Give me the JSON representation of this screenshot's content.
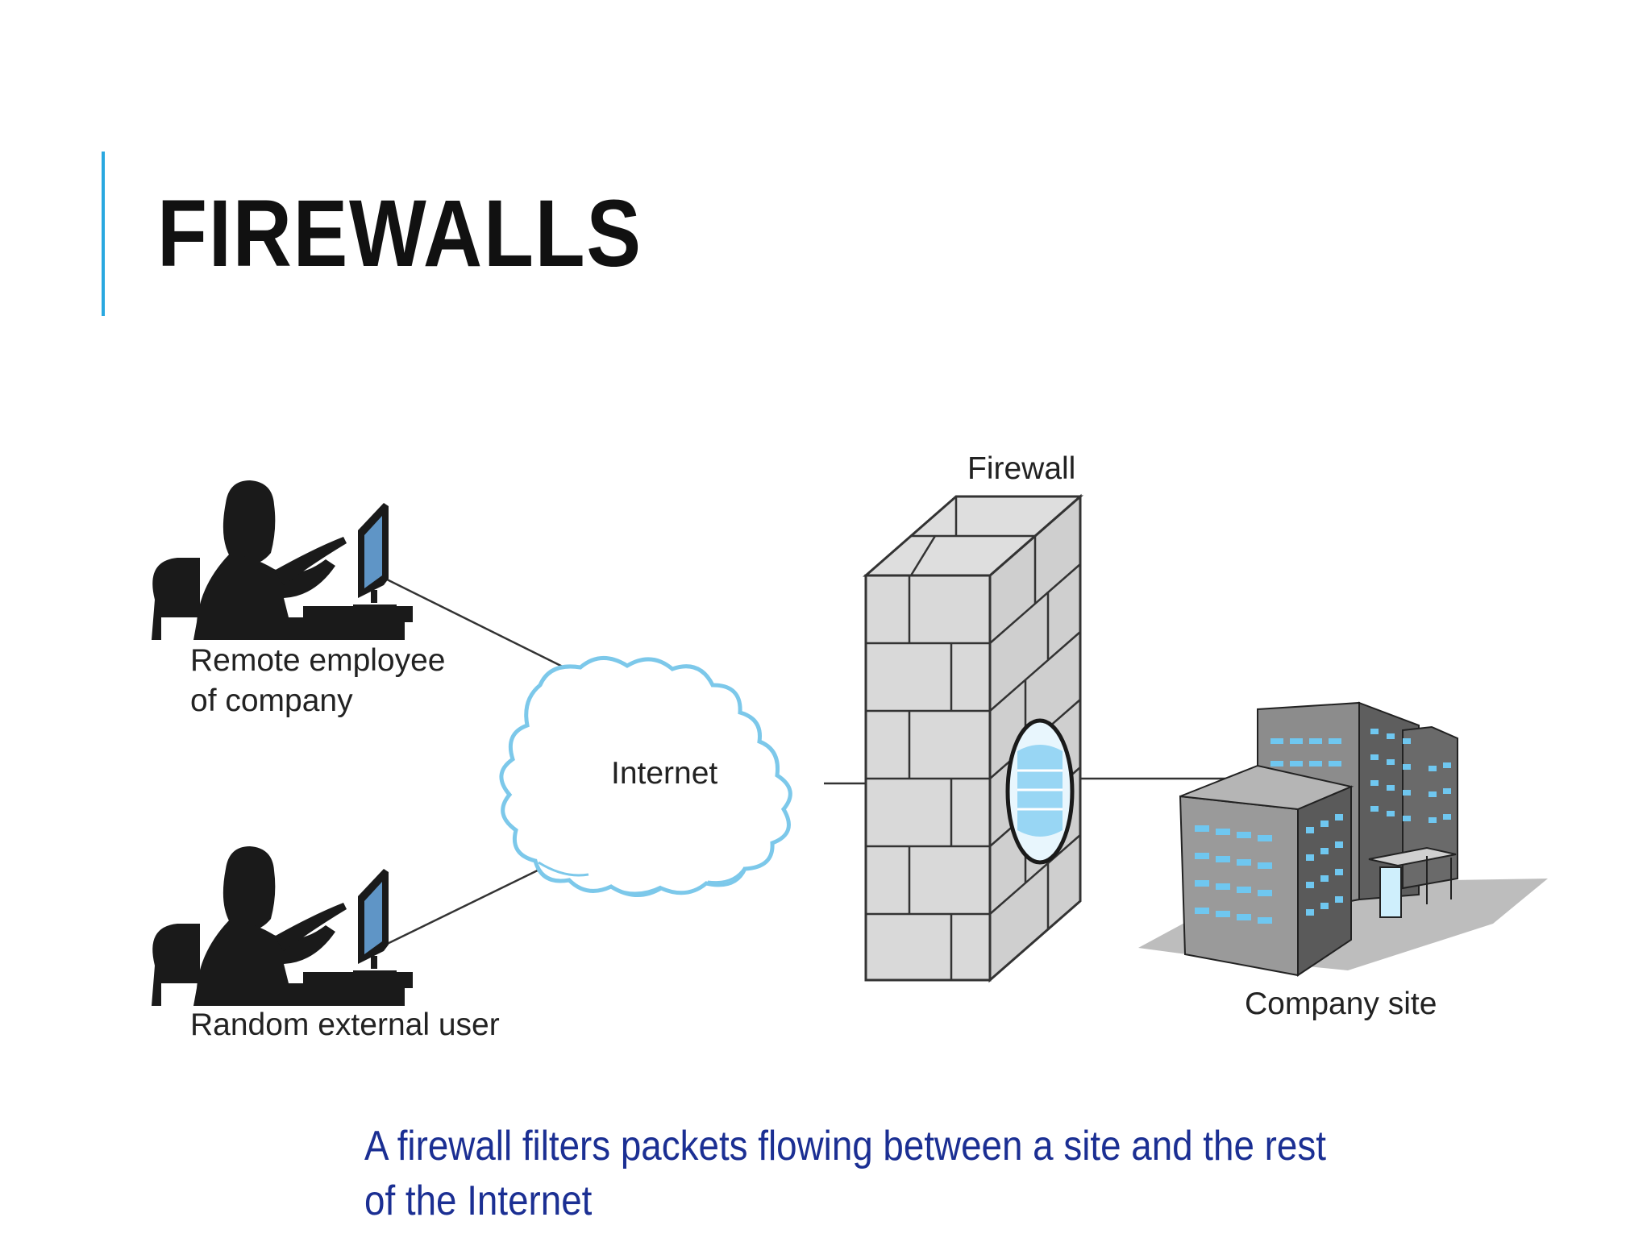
{
  "slide": {
    "title": "FIREWALLS",
    "caption": "A firewall filters packets flowing between a site and the rest of the Internet"
  },
  "diagram": {
    "labels": {
      "remote_line1": "Remote employee",
      "remote_line2": "of company",
      "external_user": "Random external user",
      "internet": "Internet",
      "firewall": "Firewall",
      "company_site": "Company site"
    }
  },
  "colors": {
    "accent": "#29a8e0",
    "caption": "#1b2f93",
    "cloud_outline": "#7cc8ea",
    "window_blue": "#6fc7f0"
  }
}
